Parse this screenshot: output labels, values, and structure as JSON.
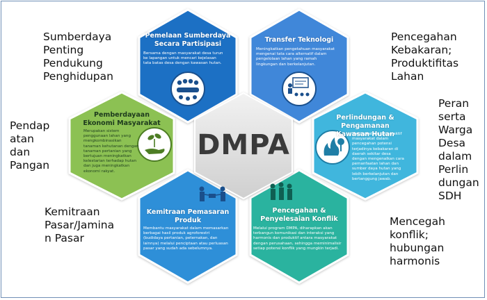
{
  "center_label": "DMPA",
  "colors": {
    "hex_top_left": "#1f6fc4",
    "hex_top_right": "#3f87d9",
    "hex_left": "#8cc152",
    "hex_right": "#3fb6dd",
    "hex_bottom_left": "#2f8fd8",
    "hex_bottom_right": "#2bb39f",
    "center": "#dcdcdc",
    "frame": "#6f8fb6"
  },
  "hexes": {
    "top_left": {
      "title": "Pemelaan Sumberdaya\nSecara Partisipasi",
      "desc": "Bersama dengan masyarakat desa turun\nke lapangan untuk mencari kejelasan\ntata batas desa dengan kawasan hutan.",
      "icon": "meeting-table-icon"
    },
    "top_right": {
      "title": "Transfer Teknologi",
      "desc": "Meningkatkan pengetahuan masyarakat\nmengenai tata cara alternatif dalam\npengelolaan lahan yang ramah\nlingkungan dan berkelanjutan.",
      "icon": "presentation-icon"
    },
    "left": {
      "title": "Pemberdayaan\nEkonomi Masyarakat",
      "desc": "Merupakan sistem\npenggunaan lahan yang\nmengkombinasikan\ntanaman kehutanan dengan\ntanaman pertanian yang\nbertujuan meningkatkan\nkelestarian terhadap hutan\ndan juga meningkatkan\nekonomi rakyat.",
      "icon": "hand-plant-icon"
    },
    "right": {
      "title": "Perlindungan & Pengamanan\nKawasan Hutan",
      "desc": "Meningkatkan peran aktif\nmasyarakat dalam\npencegahan potensi\nterjadinya kebakaran di\ndaerah sekitar desa\ndengan mengenalkan cara\npemanfaatan lahan dan\nsumber daya hutan yang\nlebih berkelanjutan dan\nbertanggung jawab.",
      "icon": "fire-tree-icon"
    },
    "bottom_left": {
      "title": "Kemitraan Pemasaran\nProduk",
      "desc": "Membantu masyarakat dalam memasarkan\nberbagai hasil produk agroforestri\n(budidaya pertanian, peternakan, dan\nlainnya) melalui penciptaan atau perluasan\npasar yang sudah ada sebelumnya.",
      "icon": "trade-people-icon"
    },
    "bottom_right": {
      "title": "Pencegahan &\nPenyelesaian Konflik",
      "desc": "Melalui program DMPA, diharapkan akan\nterbangun komunikasi dan interaksi yang\nharmonis dan produktif antara masyarakat\ndengan perusahaan, sehingga meminimalisir\nsetiap potensi konflik yang mungkin terjadi.",
      "icon": "group-people-icon"
    }
  },
  "side_labels": {
    "top_left": "Sumberdaya\nPenting\nPendukung\nPenghidupan",
    "top_right": "Pencegahan\nKebakaran;\nProduktifitas\nLahan",
    "left": "Pendap\natan\ndan\nPangan",
    "right": "Peran\nserta\nWarga\nDesa\ndalam\nPerlin\ndungan\nSDH",
    "bottom_left": "Kemitraan\nPasar/Jamina\nn Pasar",
    "bottom_right": "Mencegah\nkonflik;\nhubungan\nharmonis"
  }
}
